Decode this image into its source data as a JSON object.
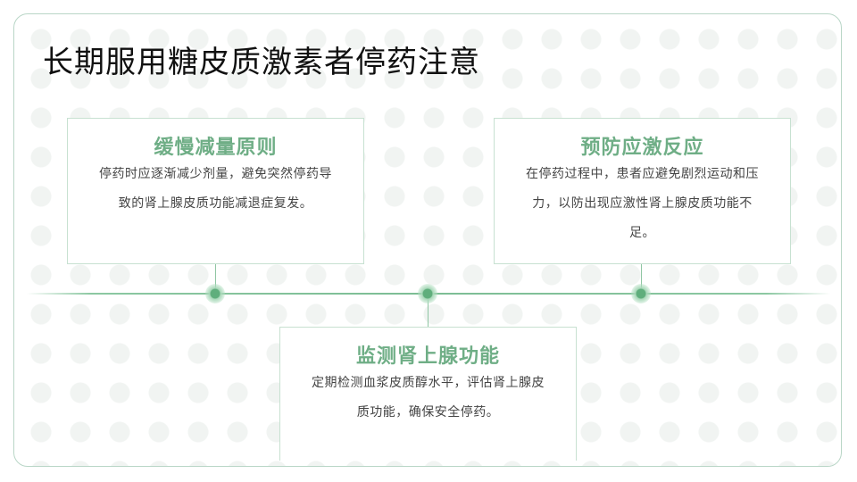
{
  "page": {
    "title": "长期服用糖皮质激素者停药注意"
  },
  "cards": [
    {
      "heading": "缓慢减量原则",
      "body": "停药时应逐渐减少剂量，避免突然停药导致的肾上腺皮质功能减退症复发。"
    },
    {
      "heading": "预防应激反应",
      "body": "在停药过程中，患者应避免剧烈运动和压力，以防出现应激性肾上腺皮质功能不足。"
    },
    {
      "heading": "监测肾上腺功能",
      "body": "定期检测血浆皮质醇水平，评估肾上腺皮质功能，确保安全停药。"
    }
  ],
  "colors": {
    "accent": "#6fae86",
    "border": "#c7e1d1",
    "node": "#5fae7c"
  }
}
